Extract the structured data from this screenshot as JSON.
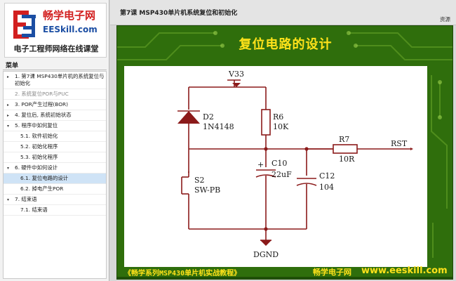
{
  "logo": {
    "brand_cn": "畅学电子网",
    "brand_en": "EESkill.com",
    "tagline": "电子工程师网络在线课堂",
    "colors": {
      "red": "#d21f1f",
      "blue": "#1b4ea3"
    }
  },
  "sidebar": {
    "menu_label": "菜单",
    "items": [
      {
        "label": "1. 第7课 MSP430单片机的系统复位与初始化",
        "level": 0,
        "arrow": "▸"
      },
      {
        "label": "2. 系统复位POR与PUC",
        "level": 0,
        "arrow": "",
        "dim": true
      },
      {
        "label": "3. POR产生过程(BOR)",
        "level": 0,
        "arrow": "▸"
      },
      {
        "label": "4. 复位后, 系统初始状态",
        "level": 0,
        "arrow": "▸"
      },
      {
        "label": "5. 程序中如何复位",
        "level": 0,
        "arrow": "▾"
      },
      {
        "label": "5.1. 软件初始化",
        "level": 1
      },
      {
        "label": "5.2. 初始化程序",
        "level": 1
      },
      {
        "label": "5.3. 初始化程序",
        "level": 1
      },
      {
        "label": "6. 硬件中如何设计",
        "level": 0,
        "arrow": "▾"
      },
      {
        "label": "6.1. 复位电路的设计",
        "level": 1,
        "active": true
      },
      {
        "label": "6.2. 掉电产生POR",
        "level": 1
      },
      {
        "label": "7. 结束语",
        "level": 0,
        "arrow": "▾"
      },
      {
        "label": "7.1. 结束语",
        "level": 1
      }
    ]
  },
  "topbar": {
    "lesson_title": "第7课 MSP430单片机系统复位和初始化",
    "resources_label": "资源"
  },
  "slide": {
    "title": "复位电路的设计",
    "footer_left": "《畅学系列MSP430单片机实战教程》",
    "footer_cn": "畅学电子网",
    "footer_url": "www.eeskill.com",
    "colors": {
      "background": "#2f6e0c",
      "title": "#ffe21a",
      "schematic": "#8b1a1a",
      "wire": "#2a2a8a"
    },
    "schematic": {
      "labels": {
        "vcc": "V33",
        "d2_ref": "D2",
        "d2_val": "1N4148",
        "r6_ref": "R6",
        "r6_val": "10K",
        "r7_ref": "R7",
        "r7_val": "10R",
        "rst": "RST",
        "c10_ref": "C10",
        "c10_val": "22uF",
        "c12_ref": "C12",
        "c12_val": "104",
        "s2_ref": "S2",
        "s2_val": "SW-PB",
        "gnd": "DGND",
        "plus": "+"
      }
    }
  }
}
